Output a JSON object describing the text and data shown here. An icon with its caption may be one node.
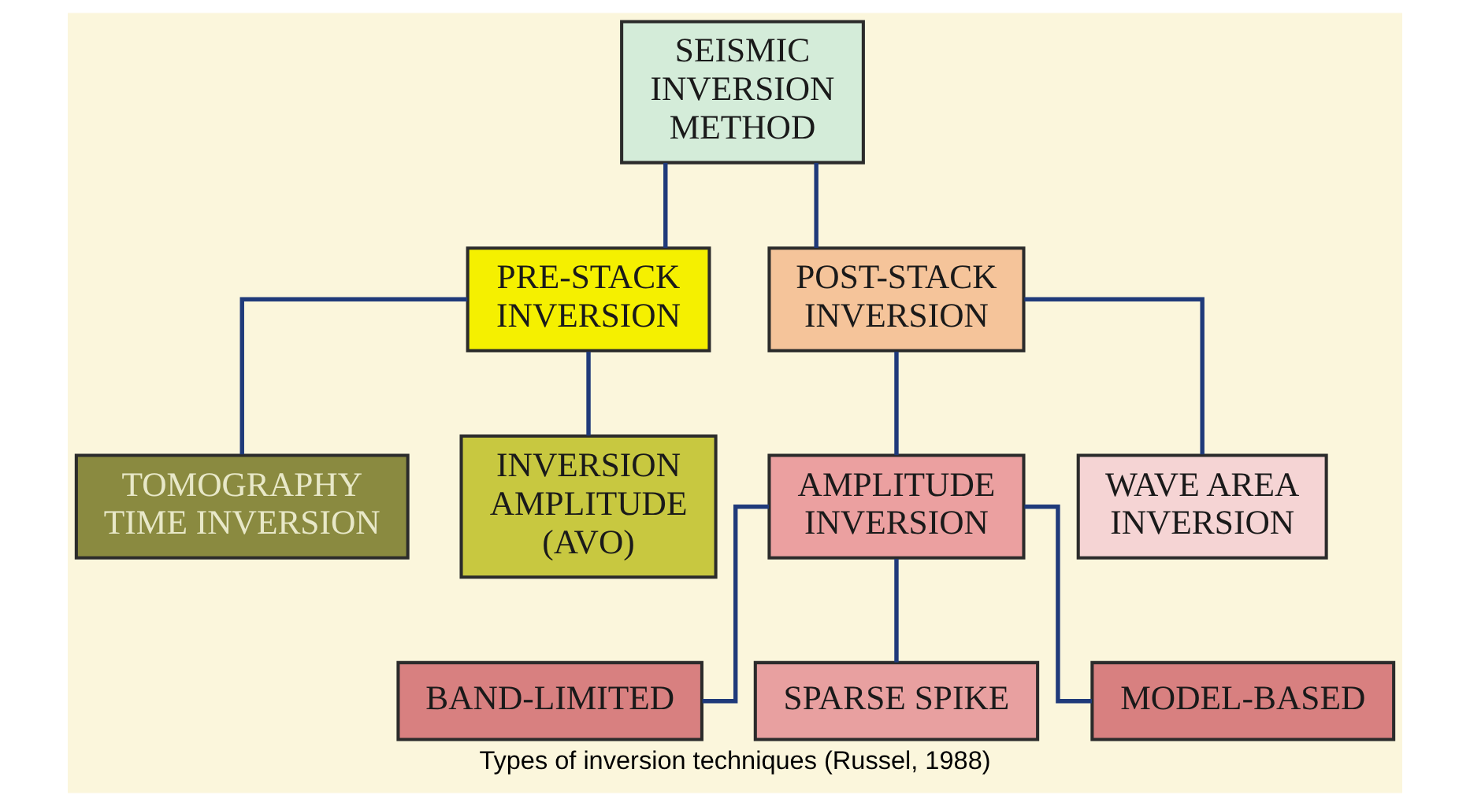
{
  "diagram": {
    "caption": "Types of inversion techniques (Russel, 1988)",
    "nodes": [
      {
        "text": [
          "SEISMIC INVERSION METHOD"
        ]
      },
      {
        "text": [
          "PRE-STACK INVERSION"
        ]
      },
      {
        "text": [
          "POST-STACK INVERSION"
        ]
      },
      {
        "text": [
          "TOMOGRAPHY TIME INVERSION"
        ]
      },
      {
        "text": [
          "INVERSION AMPLITUDE (AVO)"
        ]
      },
      {
        "text": [
          "AMPLITUDE INVERSION"
        ]
      },
      {
        "text": [
          "WAVE AREA INVERSION"
        ]
      },
      {
        "text": [
          "BAND-LIMITED"
        ]
      },
      {
        "text": [
          "SPARSE SPIKE"
        ]
      },
      {
        "text": [
          "MODEL-BASED"
        ]
      }
    ],
    "edges": [
      {
        "from": 0,
        "to": 1,
        "arrow": "none"
      },
      {
        "from": 0,
        "to": 2,
        "arrow": "none"
      },
      {
        "from": 1,
        "to": 3,
        "arrow": "none"
      },
      {
        "from": 1,
        "to": 4,
        "arrow": "none"
      },
      {
        "from": 2,
        "to": 5,
        "arrow": "none"
      },
      {
        "from": 2,
        "to": 6,
        "arrow": "none"
      },
      {
        "from": 5,
        "to": 7,
        "arrow": "none"
      },
      {
        "from": 5,
        "to": 8,
        "arrow": "none"
      },
      {
        "from": 5,
        "to": 9,
        "arrow": "none"
      }
    ]
  }
}
